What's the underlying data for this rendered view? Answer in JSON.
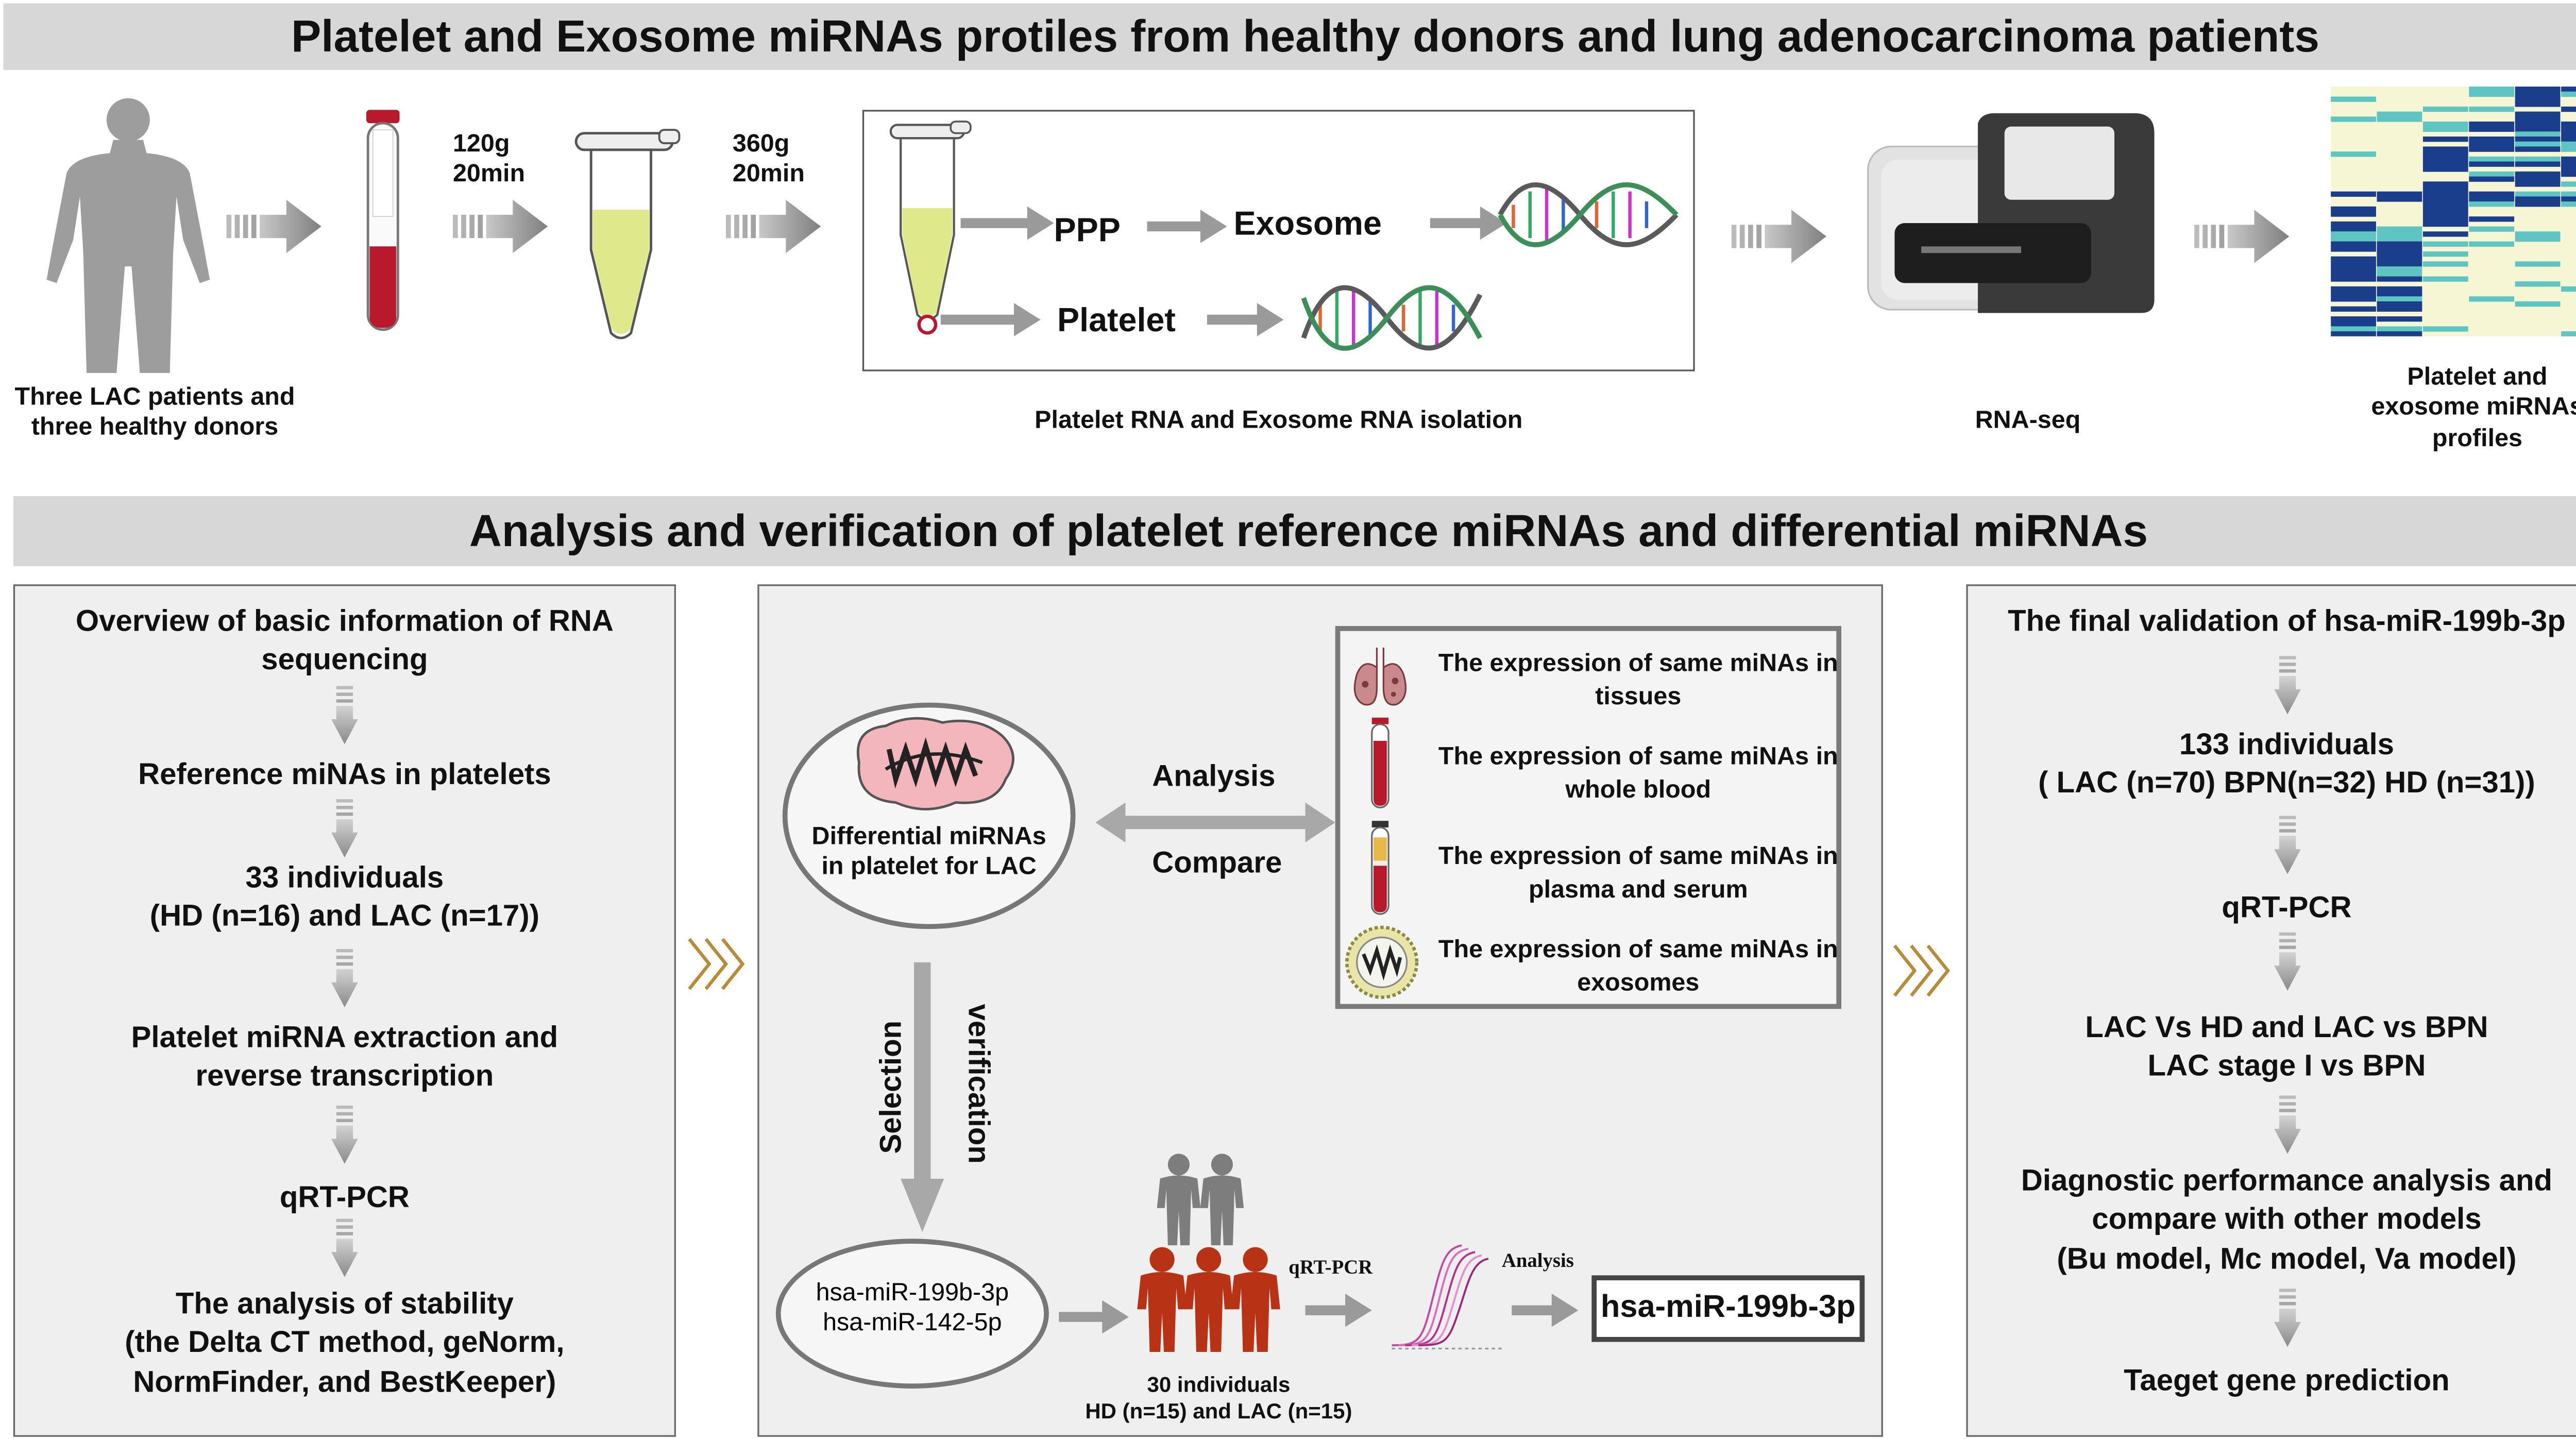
{
  "top": {
    "title": "Platelet and Exosome miRNAs protiles from healthy donors and lung adenocarcinoma patients",
    "step1": "120g\n20min",
    "step2": "360g\n20min",
    "ppp": "PPP",
    "exosome": "Exosome",
    "platelet": "Platelet",
    "donors_label": "Three LAC patients and three healthy donors",
    "isolation_label": "Platelet RNA and Exosome RNA isolation",
    "rnaseq_label": "RNA-seq",
    "profiles_label": "Platelet and exosome miRNAs profiles"
  },
  "bottom": {
    "title": "Analysis and verification of platelet reference miRNAs and differential miRNAs"
  },
  "left_panel": {
    "steps": [
      "Overview of basic information of RNA sequencing",
      "Reference miNAs in platelets",
      "33 individuals\n(HD (n=16) and LAC (n=17))",
      "Platelet miRNA extraction and reverse transcription",
      "qRT-PCR",
      "The analysis of stability\n(the Delta CT method, geNorm,\nNormFinder, and BestKeeper)"
    ]
  },
  "middle_panel": {
    "differential": "Differential miRNAs\nin platelet for LAC",
    "analysis": "Analysis",
    "compare": "Compare",
    "selection": "Selection",
    "verification": "verification",
    "mirnas": "hsa-miR-199b-3p\nhsa-miR-142-5p",
    "qrtpcr": "qRT-PCR",
    "analysis2": "Analysis",
    "result": "hsa-miR-199b-3p",
    "cohort": "30 individuals\nHD (n=15) and LAC (n=15)",
    "expressions": [
      "The expression of same miNAs in tissues",
      "The expression of same miNAs in whole blood",
      "The expression of same miNAs in plasma and serum",
      "The expression of same miNAs in exosomes"
    ]
  },
  "right_panel": {
    "steps": [
      "The final validation of hsa-miR-199b-3p",
      "133 individuals\n( LAC (n=70)  BPN(n=32) HD (n=31))",
      "qRT-PCR",
      "LAC Vs HD and LAC vs BPN\nLAC stage I vs BPN",
      "Diagnostic performance analysis and\ncompare with other models\n(Bu model, Mc model, Va model)",
      "Taeget gene prediction"
    ]
  },
  "colors": {
    "banner": "#d7d7d7",
    "panel": "#efefef",
    "arrow": "#9a9a9a",
    "blood": "#b8192d",
    "plasma": "#dfe88a",
    "people_red": "#b83216",
    "people_gray": "#7d7d7d",
    "heat_navy": "#1a3e8c",
    "heat_cream": "#f7f6d4",
    "heat_teal": "#5ec5c3"
  },
  "icons": [
    "human-silhouette-icon",
    "blood-tube-icon",
    "centrifuge-tube-icon",
    "dna-icon",
    "sequencer-icon",
    "heatmap-icon",
    "lung-icon",
    "exosome-icon",
    "people-icon",
    "qpcr-curve-icon"
  ]
}
